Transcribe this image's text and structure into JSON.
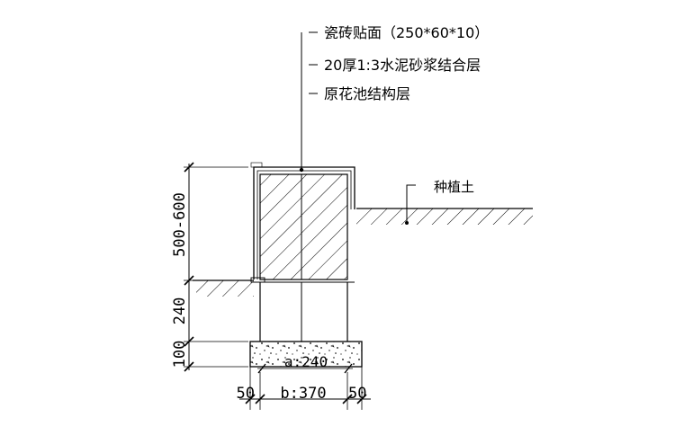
{
  "callouts": {
    "layer_1": "瓷砖贴面（250*60*10）",
    "layer_2": "20厚1:3水泥砂浆结合层",
    "layer_3": "原花池结构层",
    "soil": "种植土"
  },
  "dimensions": {
    "height_top": "500-600",
    "height_mid": "240",
    "height_bottom": "100",
    "footing_inner": "a:240",
    "offset_left": "50",
    "footing_width": "b:370",
    "offset_right": "50"
  }
}
